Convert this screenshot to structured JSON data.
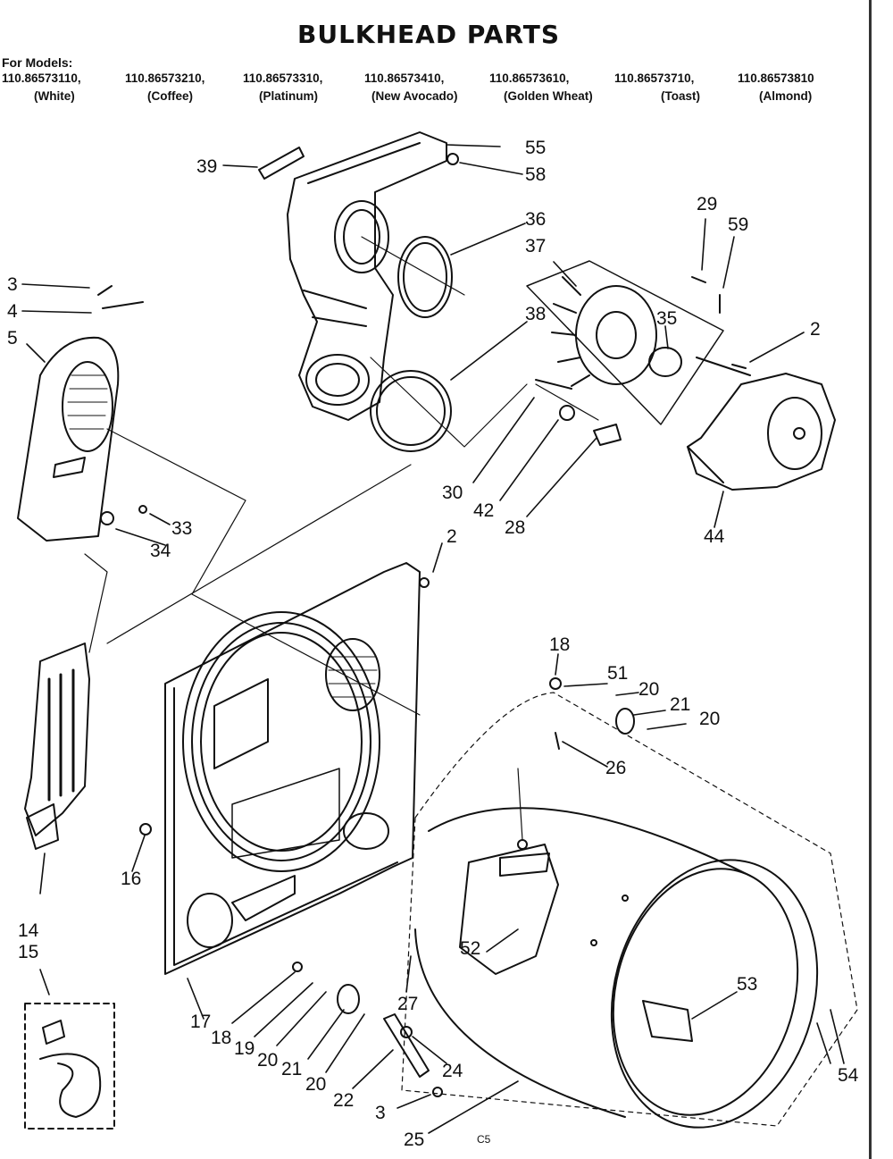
{
  "title": "BULKHEAD PARTS",
  "models_label": "For Models:",
  "models": [
    {
      "number": "110.86573110,",
      "color": "(White)"
    },
    {
      "number": "110.86573210,",
      "color": "(Coffee)"
    },
    {
      "number": "110.86573310,",
      "color": "(Platinum)"
    },
    {
      "number": "110.86573410,",
      "color": "(New Avocado)"
    },
    {
      "number": "110.86573610,",
      "color": "(Golden Wheat)"
    },
    {
      "number": "110.86573710,",
      "color": "(Toast)"
    },
    {
      "number": "110.86573810",
      "color": "(Almond)"
    }
  ],
  "part_labels": [
    "39",
    "55",
    "58",
    "36",
    "37",
    "38",
    "29",
    "59",
    "35",
    "2",
    "3",
    "4",
    "5",
    "33",
    "34",
    "30",
    "42",
    "28",
    "44",
    "2",
    "18",
    "51",
    "20",
    "21",
    "20",
    "26",
    "16",
    "14",
    "15",
    "52",
    "53",
    "27",
    "54",
    "17",
    "18",
    "19",
    "20",
    "21",
    "20",
    "22",
    "24",
    "3",
    "25"
  ],
  "footer_code": "C5"
}
